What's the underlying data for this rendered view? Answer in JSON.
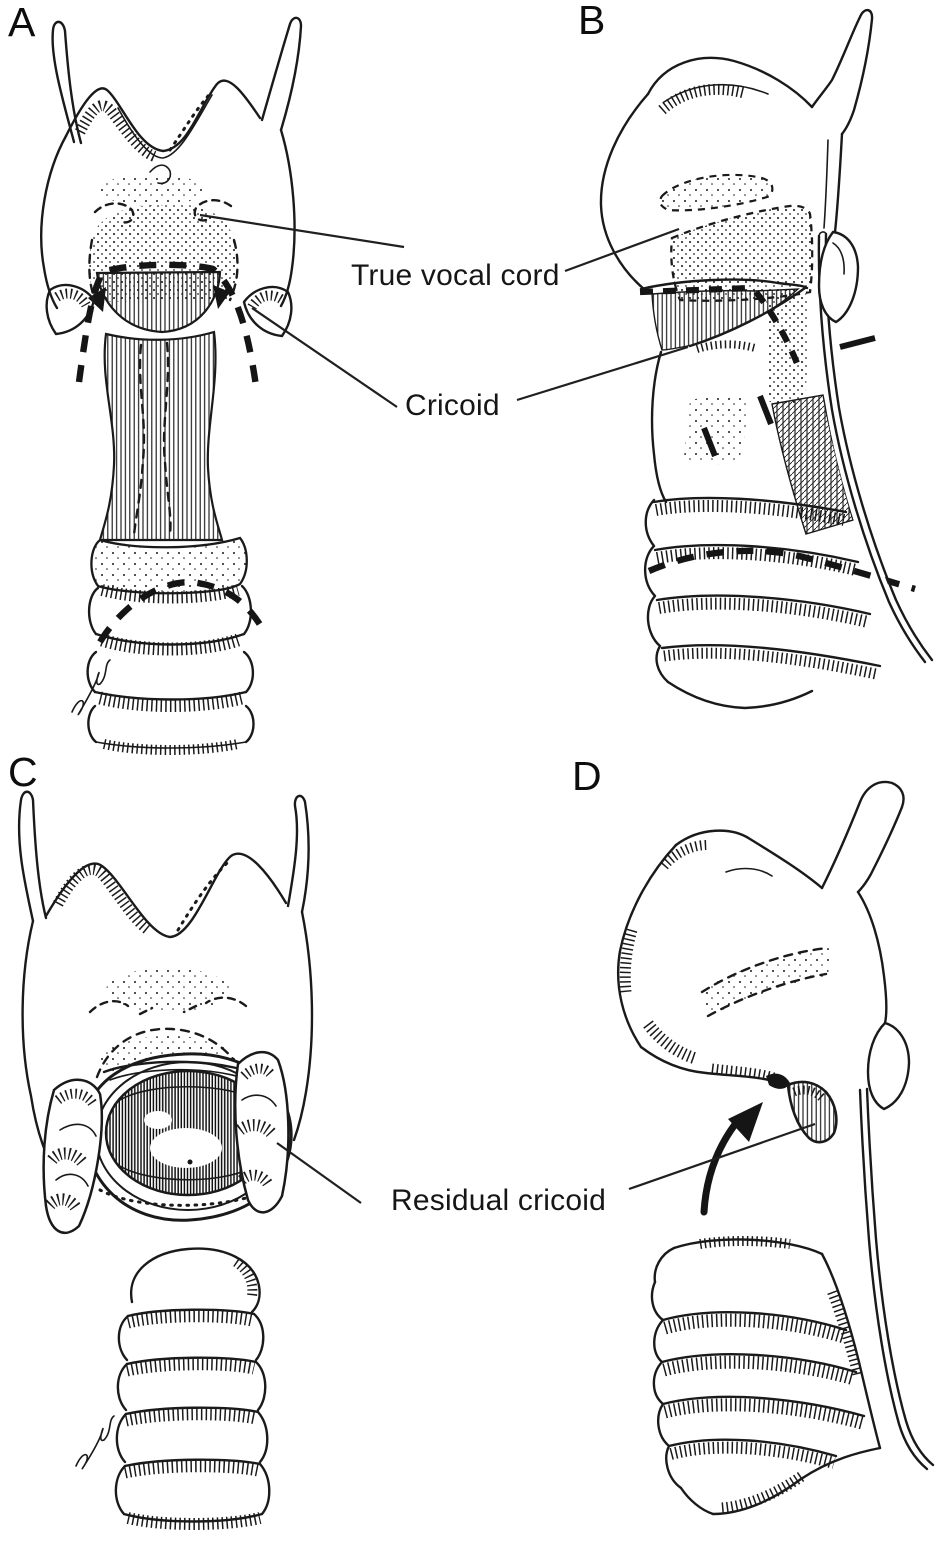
{
  "figure": {
    "colors": {
      "background": "#ffffff",
      "ink": "#1a1a1a"
    },
    "panels": [
      {
        "letter": "A"
      },
      {
        "letter": "B"
      },
      {
        "letter": "C"
      },
      {
        "letter": "D"
      }
    ],
    "labels": [
      {
        "id": "true-vocal-cord",
        "text": "True vocal cord"
      },
      {
        "id": "cricoid",
        "text": "Cricoid"
      },
      {
        "id": "residual-cricoid",
        "text": "Residual cricoid"
      }
    ]
  }
}
